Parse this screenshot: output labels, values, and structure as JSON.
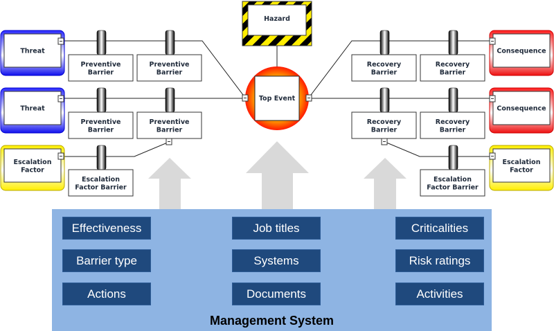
{
  "hazard": {
    "label": "Hazard"
  },
  "top_event": {
    "label": "Top Event"
  },
  "threats": [
    {
      "label": "Threat",
      "barriers": [
        "Preventive Barrier",
        "Preventive Barrier"
      ]
    },
    {
      "label": "Threat",
      "barriers": [
        "Preventive Barrier",
        "Preventive Barrier"
      ]
    }
  ],
  "left_escalation": {
    "label": "Escalation Factor",
    "barrier": "Escalation Factor Barrier"
  },
  "consequences": [
    {
      "label": "Consequence",
      "barriers": [
        "Recovery Barrier",
        "Recovery Barrier"
      ]
    },
    {
      "label": "Consequence",
      "barriers": [
        "Recovery Barrier",
        "Recovery Barrier"
      ]
    }
  ],
  "right_escalation": {
    "label": "Escalation Factor",
    "barrier": "Escalation Factor Barrier"
  },
  "management_system": {
    "title": "Management System",
    "columns": [
      [
        "Effectiveness",
        "Barrier type",
        "Actions"
      ],
      [
        "Job titles",
        "Systems",
        "Documents"
      ],
      [
        "Criticalities",
        "Risk ratings",
        "Activities"
      ]
    ]
  },
  "colors": {
    "threat": "#1a1aff",
    "consequence": "#ff1a1a",
    "escalation": "#ffee00",
    "top_event_outer": "#ff2200",
    "top_event_inner": "#ff9900",
    "ms_panel": "#8eb4e3",
    "ms_box": "#1f497d",
    "arrow": "#d9d9d9"
  }
}
